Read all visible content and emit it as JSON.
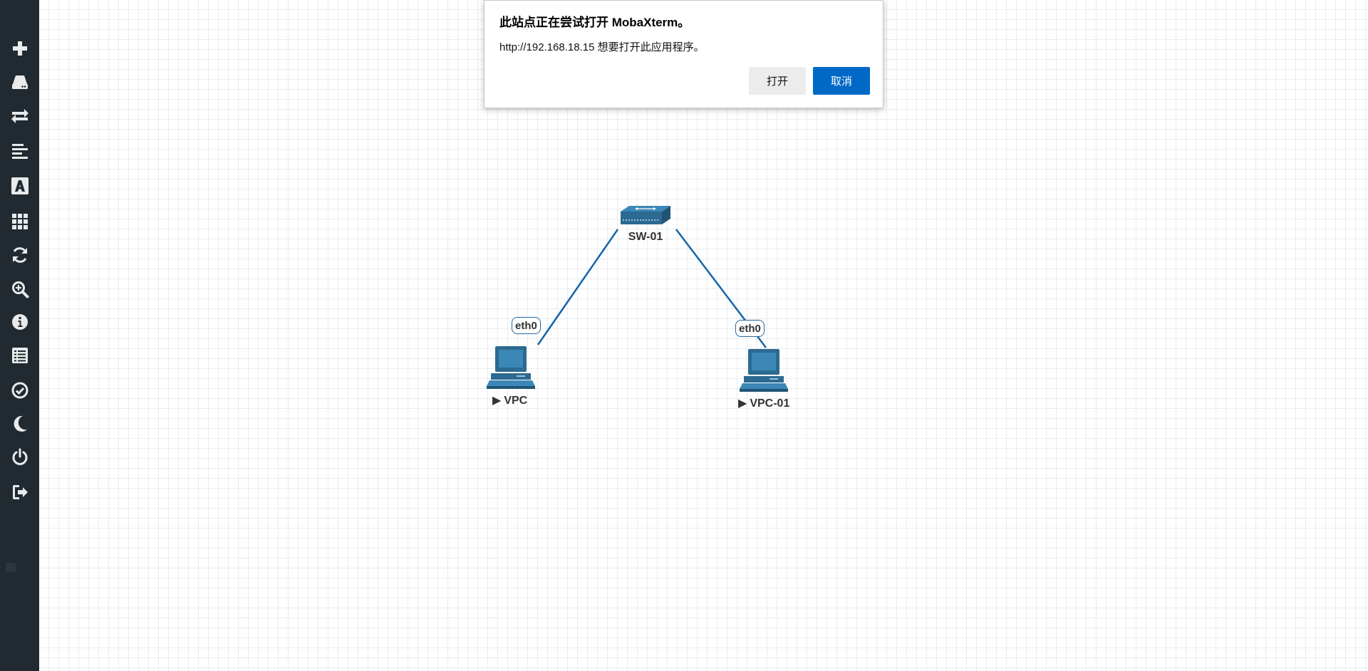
{
  "sidebar": {
    "items": [
      {
        "icon": "plus-icon",
        "title": "Add an object"
      },
      {
        "icon": "hdd-icon",
        "title": "Nodes"
      },
      {
        "icon": "exchange-icon",
        "title": "Networks"
      },
      {
        "icon": "align-left-icon",
        "title": "Startup-configs"
      },
      {
        "icon": "font-icon",
        "title": "Text"
      },
      {
        "icon": "grid-icon",
        "title": "Layout"
      },
      {
        "icon": "refresh-icon",
        "title": "Refresh"
      },
      {
        "icon": "zoom-icon",
        "title": "Zoom"
      },
      {
        "icon": "info-icon",
        "title": "Lab details"
      },
      {
        "icon": "list-icon",
        "title": "Labs"
      },
      {
        "icon": "check-circle-icon",
        "title": "Lock"
      },
      {
        "icon": "moon-icon",
        "title": "Dark mode"
      },
      {
        "icon": "power-icon",
        "title": "Power"
      },
      {
        "icon": "sign-out-icon",
        "title": "Close lab"
      }
    ],
    "colors": {
      "bg": "#212a30",
      "icon": "#e8eaeb"
    }
  },
  "topology": {
    "nodes": [
      {
        "id": "sw01",
        "label": "SW-01",
        "type": "switch",
        "show_play": false
      },
      {
        "id": "vpc",
        "label": "VPC",
        "type": "pc",
        "show_play": true
      },
      {
        "id": "vpc01",
        "label": "VPC-01",
        "type": "pc",
        "show_play": true
      }
    ],
    "links": [
      {
        "from": "sw01",
        "to": "vpc",
        "interface": "eth0"
      },
      {
        "from": "sw01",
        "to": "vpc01",
        "interface": "eth0"
      }
    ],
    "colors": {
      "link": "#1565a8",
      "device": "#2c6a91"
    }
  },
  "dialog": {
    "title": "此站点正在尝试打开 MobaXterm。",
    "message": "http://192.168.18.15 想要打开此应用程序。",
    "open_label": "打开",
    "cancel_label": "取消",
    "colors": {
      "primary": "#0069c7"
    }
  }
}
